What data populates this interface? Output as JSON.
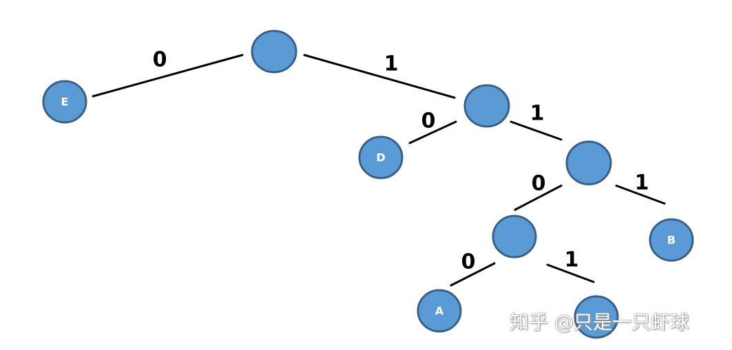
{
  "diagram": {
    "node_color": "#5b9bd5",
    "nodes": {
      "root": "",
      "e": "E",
      "n1": "",
      "d": "D",
      "n11": "",
      "n110": "",
      "b": "B",
      "a": "A",
      "c": ""
    },
    "edges": {
      "root_e": "0",
      "root_n1": "1",
      "n1_d": "0",
      "n1_n11": "1",
      "n11_n110": "0",
      "n11_b": "1",
      "n110_a": "0",
      "n110_c": "1"
    }
  },
  "watermark": "知乎 @只是一只虾球"
}
